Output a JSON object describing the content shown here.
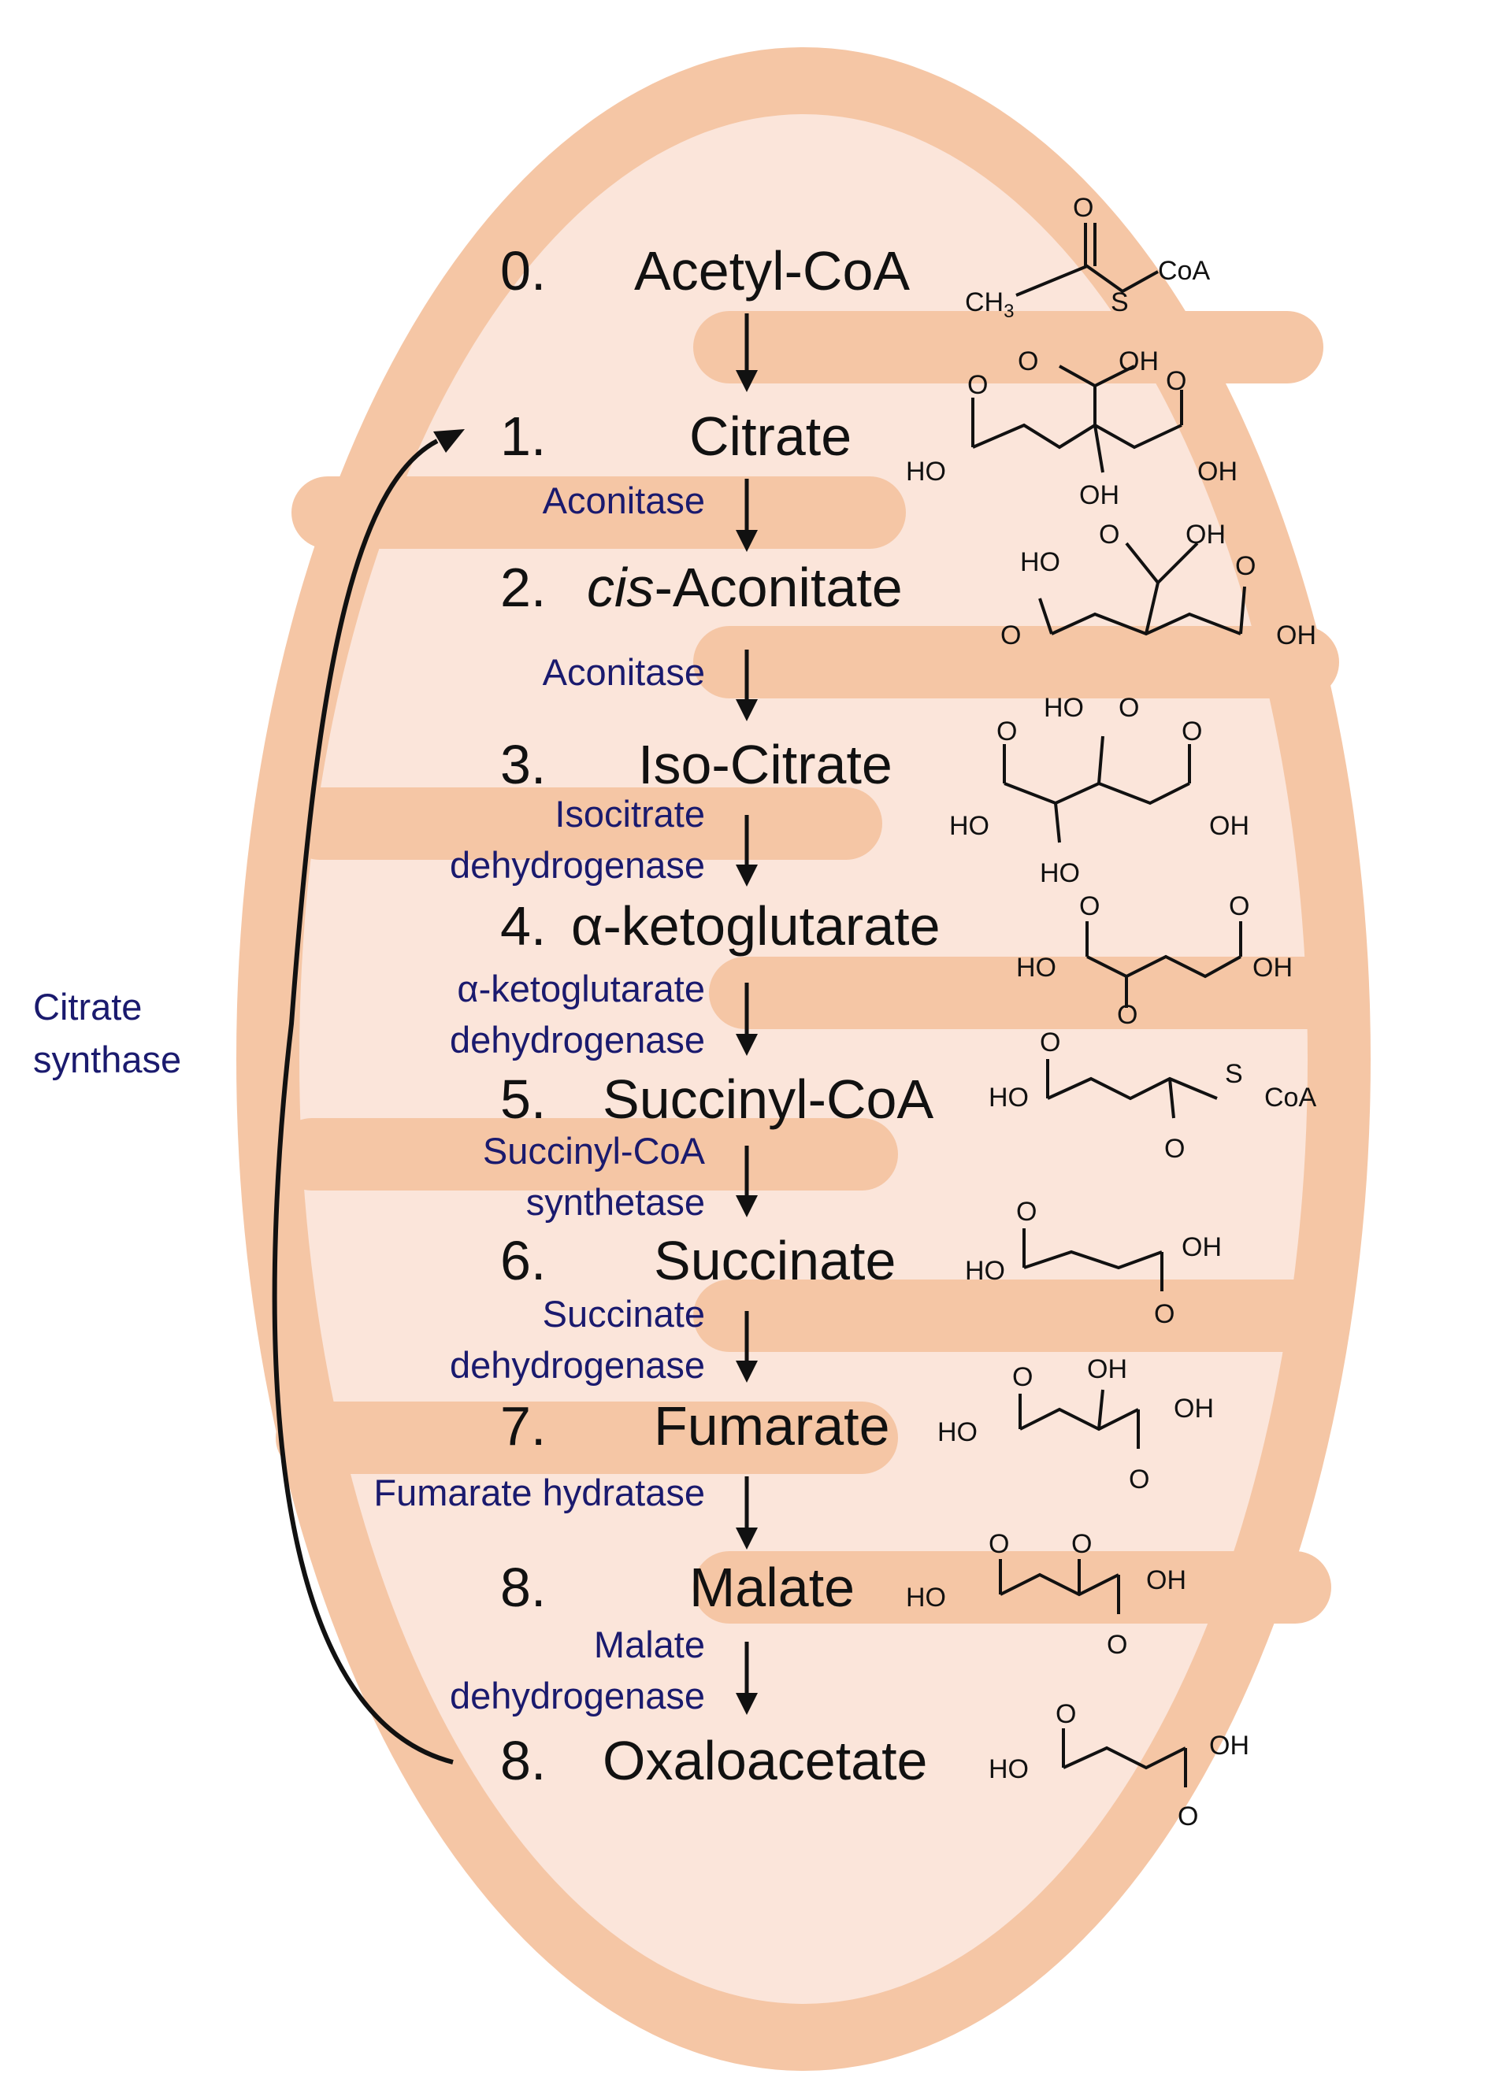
{
  "diagram": {
    "colors": {
      "outer_membrane": "#f5c6a5",
      "matrix": "#fbe5da",
      "enzyme_text": "#1a1a6e",
      "step_text": "#111111",
      "arrow": "#111111"
    },
    "steps": [
      {
        "num": "0.",
        "name": "Acetyl-CoA"
      },
      {
        "num": "1.",
        "name": "Citrate"
      },
      {
        "num": "2.",
        "name_italic": "cis",
        "name_rest": "-Aconitate"
      },
      {
        "num": "3.",
        "name": "Iso-Citrate"
      },
      {
        "num": "4.",
        "name": "α-ketoglutarate"
      },
      {
        "num": "5.",
        "name": "Succinyl-CoA"
      },
      {
        "num": "6.",
        "name": "Succinate"
      },
      {
        "num": "7.",
        "name": "Fumarate"
      },
      {
        "num": "8.",
        "name": "Malate"
      },
      {
        "num": "8.",
        "name": "Oxaloacetate"
      }
    ],
    "enzymes": [
      {
        "lines": [
          "Aconitase"
        ]
      },
      {
        "lines": [
          "Aconitase"
        ]
      },
      {
        "lines": [
          "Isocitrate",
          "dehydrogenase"
        ]
      },
      {
        "lines": [
          "α-ketoglutarate",
          "dehydrogenase"
        ]
      },
      {
        "lines": [
          "Succinyl-CoA",
          "synthetase"
        ]
      },
      {
        "lines": [
          "Succinate",
          "dehydrogenase"
        ]
      },
      {
        "lines": [
          "Fumarate hydratase"
        ]
      },
      {
        "lines": [
          "Malate",
          "dehydrogenase"
        ]
      }
    ],
    "cycle_enzyme": {
      "lines": [
        "Citrate",
        "synthase"
      ]
    },
    "chem_labels": {
      "O": "O",
      "OH": "OH",
      "HO": "HO",
      "S": "S",
      "CoA": "CoA",
      "CH3": "CH",
      "sub3": "3"
    }
  }
}
